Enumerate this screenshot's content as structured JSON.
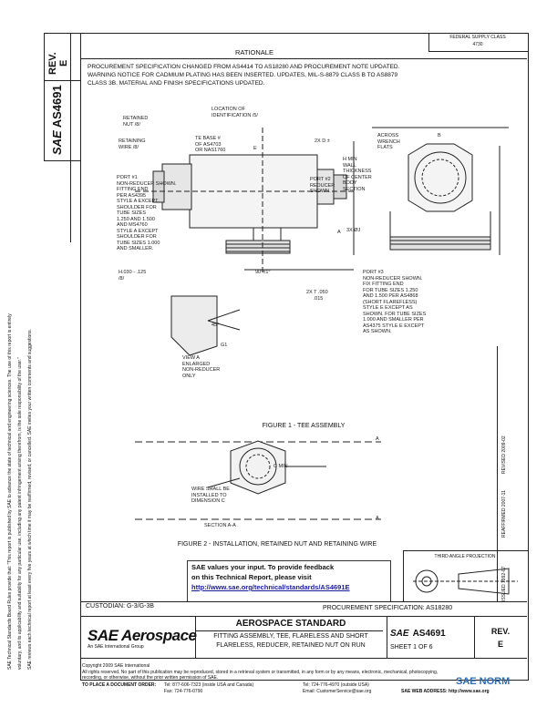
{
  "header": {
    "rev_label": "REV.",
    "rev_value": "E",
    "doc_id": "AS4691",
    "sae_mark": "SAE",
    "fsc": "FEDERAL SUPPLY CLASS",
    "fsc_number": "4730",
    "rationale_title": "RATIONALE",
    "rationale_text_1": "PROCUREMENT SPECIFICATION CHANGED FROM AS4414 TO AS18280 AND PROCUREMENT NOTE UPDATED.",
    "rationale_text_2": "WARNING NOTICE FOR CADMIUM PLATING HAS BEEN INSERTED.  UPDATES, MIL-S-8879 CLASS B TO AS8879",
    "rationale_text_3": "CLASS 3B. MATERIAL AND FINISH SPECIFICATIONS UPDATED."
  },
  "left_margin": {
    "line_1": "SAE Technical Standards Board Rules provide that: \"This report is published by SAE to advance the state of technical and engineering sciences. The use of this report is entirely",
    "line_2": "voluntary, and its applicability and suitability for any particular use, including any patent infringement arising therefrom, is the sole responsibility of the user.\"",
    "line_3": "SAE reviews each technical report at least every five years at which time it may be reaffirmed, revised, or cancelled. SAE invites your written comments and suggestions."
  },
  "figure1": {
    "title": "FIGURE 1 - TEE ASSEMBLY",
    "labels": {
      "retained_nut": "RETAINED\nNUT /8/",
      "retaining_wire": "RETAINING\nWIRE /8/",
      "location_id": "LOCATION OF\nIDENTIFICATION /5/",
      "te_base": "TE BASE #\nOF AS4703\nOR NAS1760",
      "port1": "PORT #1\nNON-REDUCER SHOWN.\nFITTING END\nPER AS4395\nSTYLE A EXCEPT\nSHOULDER FOR\nTUBE SIZES\n1.250 AND 1.500\nAND MS4760\nSTYLE A EXCEPT\nSHOULDER FOR\nTUBE SIZES 1.000\nAND SMALLER.",
      "port2": "PORT #2\nREDUCER\nSHOWN.",
      "h_dim": "H.030 - .125\n/8/",
      "angle": "90°±1°",
      "d_dim": "2X D ±",
      "e_dim": "E",
      "across_flats": "ACROSS\nWRENCH\nFLATS",
      "b_dim": "B",
      "min_wall": "H MIN\nWALL\nTHICKNESS\nOF CENTER\nBODY\nSECTION",
      "a_dim": "A",
      "three_x": "3X ØJ",
      "port3": "PORT #3\nNON-REDUCER SHOWN.\nFIX FITTING END\nFOR TUBE SIZES 1.250\nAND 1.500 PER AS4868\n(SHORT FLAREFLESS)\nSTYLE E EXCEPT AS\nSHOWN. FOR TUBE SIZES\n1.000 AND SMALLER PER\nAS4375 STYLE E EXCEPT\nAS SHOWN.",
      "two_x": "2X T .050\n     .015",
      "view_a": "VIEW A\nENLARGED\nNON-REDUCER\nONLY",
      "deg45": "45°",
      "g_dim": "G1"
    }
  },
  "figure2": {
    "title": "FIGURE 2 - INSTALLATION, RETAINED NUT AND RETAINING WIRE",
    "a_top": "A",
    "a_bottom": "A",
    "c_min": "C MIN",
    "wire_note": "WIRE SHALL BE\nINSTALLED TO\nDIMENSION C",
    "section": "SECTION A-A"
  },
  "third_angle": "THIRD ANGLE PROJECTION",
  "feedback": {
    "line1": "SAE values your input. To provide feedback",
    "line2": "on this Technical Report, please visit",
    "link": "http://www.sae.org/technical/standards/AS4691E"
  },
  "right_margin": {
    "issued": "ISSUED 1992-07",
    "reaffirmed": "REAFFIRMED 2007-11",
    "revised": "REVISED 2009-02"
  },
  "title_block": {
    "custodian": "CUSTODIAN: G-3/G-3B",
    "procurement": "PROCUREMENT SPECIFICATION: AS18280",
    "brand": "SAE Aerospace",
    "brand_sub": "An SAE International Group",
    "standard": "AEROSPACE STANDARD",
    "title_line1": "FITTING ASSEMBLY, TEE, FLARELESS AND SHORT",
    "title_line2": "FLARELESS, REDUCER, RETAINED NUT ON RUN",
    "doc": "AS4691",
    "sheet": "SHEET 1 OF 6",
    "rev_label": "REV.",
    "rev_value": "E"
  },
  "footer": {
    "copyright": "Copyright 2009 SAE International",
    "rights1": "All rights reserved. No part of this publication may be reproduced, stored in a retrieval system or transmitted, in any form or by any means, electronic, mechanical, photocopying,",
    "rights2": "recording, or otherwise, without the prior written permission of SAE.",
    "order": "TO PLACE A DOCUMENT ORDER:",
    "tel": "Tel:  877-606-7323 (inside USA and Canada)",
    "tel2": "Tel:  724-776-4970 (outside USA)",
    "fax": "Fax:  724-776-0790",
    "email": "Email: CustomerService@sae.org",
    "web": "SAE WEB ADDRESS:  http://www.sae.org",
    "watermark": "SAE NORM"
  }
}
